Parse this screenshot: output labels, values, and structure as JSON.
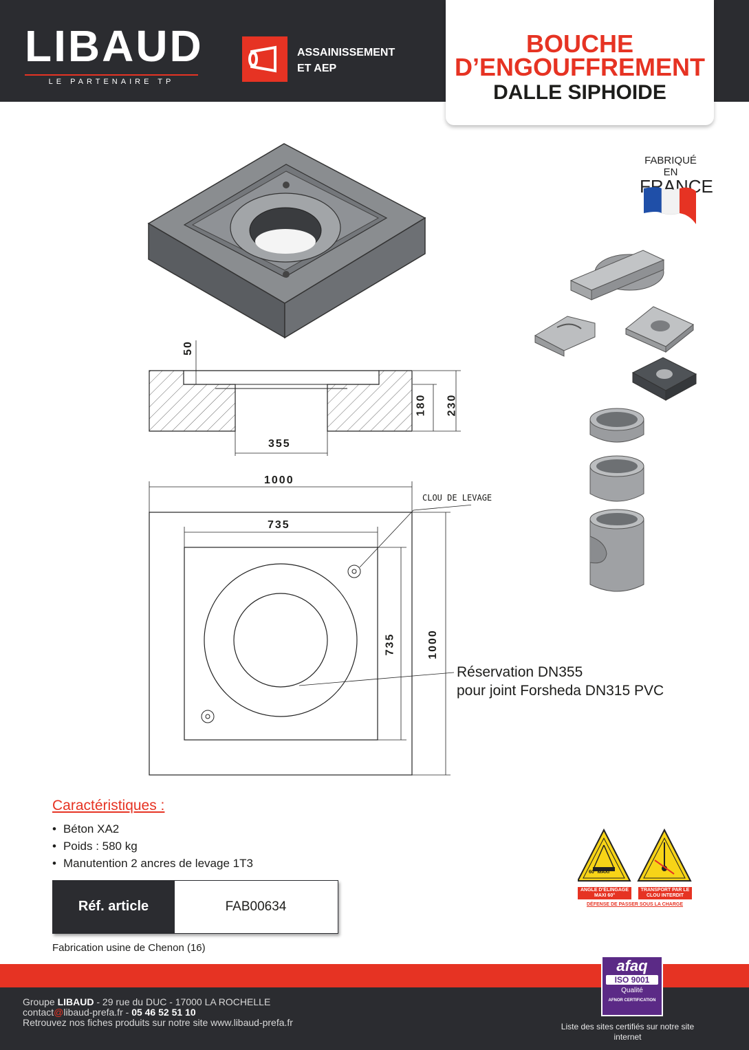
{
  "header": {
    "brand": "LIBAUD",
    "tagline": "LE PARTENAIRE TP",
    "category_line1": "ASSAINISSEMENT",
    "category_line2": "ET AEP",
    "category_icon": "pipe-icon",
    "title_line1": "BOUCHE",
    "title_line2": "D’ENGOUFFREMENT",
    "title_line3": "DALLE SIPHOIDE"
  },
  "badge": {
    "line1": "FABRIQUÉ EN",
    "line2": "FRANCE"
  },
  "drawing": {
    "dim_50": "50",
    "dim_180": "180",
    "dim_230": "230",
    "dim_355": "355",
    "dim_1000_top": "1000",
    "dim_735_top": "735",
    "dim_735_side": "735",
    "dim_1000_side": "1000",
    "lifting_label": "CLOU DE LEVAGE",
    "reservation_line1": "Réservation DN355",
    "reservation_line2": "pour joint Forsheda DN315 PVC"
  },
  "characteristics": {
    "title": "Caractéristiques :",
    "items": [
      "Béton XA2",
      "Poids : 580 kg",
      "Manutention 2 ancres de levage 1T3"
    ]
  },
  "reference": {
    "label": "Réf. article",
    "value": "FAB00634"
  },
  "factory": "Fabrication usine de Chenon (16)",
  "warnings": {
    "sign1_text": "60° MAXI",
    "sign1_caption": "ANGLE D’ÉLINGAGE MAXI 60°",
    "sign2_caption": "TRANSPORT PAR LE CLOU INTERDIT",
    "note": "DÉFENSE DE PASSER SOUS LA CHARGE"
  },
  "certification": {
    "brand": "afaq",
    "standard": "ISO 9001",
    "quality": "Qualité",
    "org": "AFNOR CERTIFICATION"
  },
  "footer": {
    "line1_prefix": "Groupe ",
    "line1_brand": "LIBAUD",
    "line1_rest": " - 29 rue du DUC - 17000 LA ROCHELLE",
    "line2_prefix": "contact",
    "line2_at": "@",
    "line2_domain": "libaud-prefa.fr - ",
    "line2_phone": "05 46 52 51 10",
    "line3": "Retrouvez nos fiches produits sur notre site www.libaud-prefa.fr",
    "right_text": "Liste des sites certifiés sur notre site internet"
  },
  "colors": {
    "accent": "#e63323",
    "dark": "#2b2c30"
  }
}
